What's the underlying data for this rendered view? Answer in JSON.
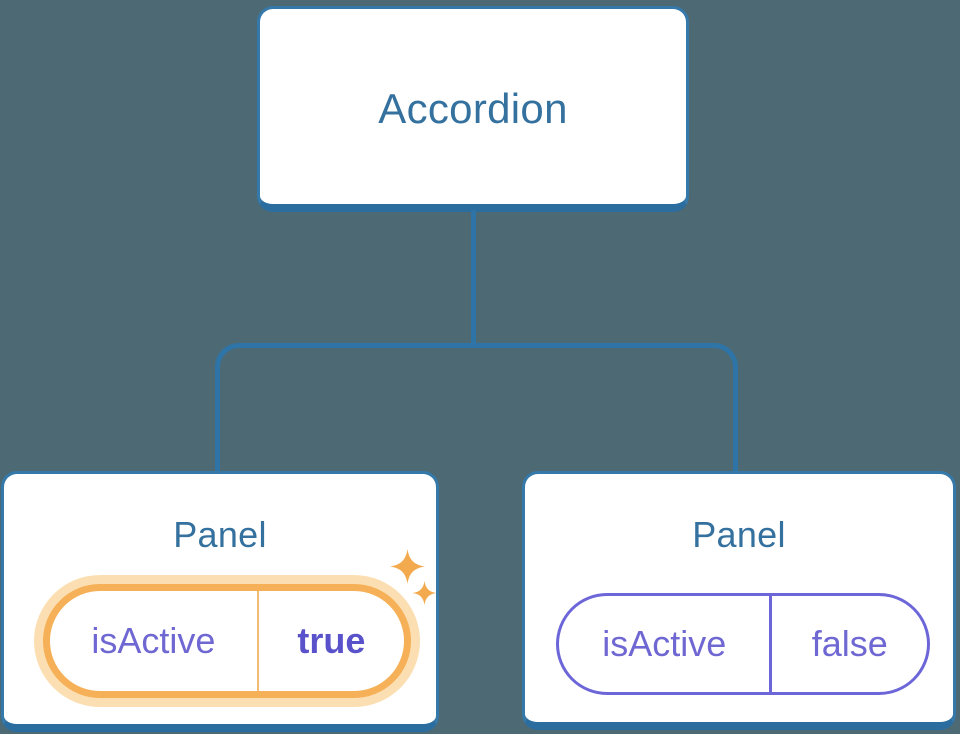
{
  "theme": {
    "bg": "#4d6a74",
    "line-blue": "#2e74a6",
    "line-blue-dark": "#2b6d9f",
    "box-border": "#3579aa",
    "title-blue": "#35719e",
    "purple": "#6f67d2",
    "purple-bold": "#5a52ca",
    "purple-border": "#6d66d8",
    "orange": "#f6b057",
    "orange-divider": "#f4bc72",
    "orange-glow": "#fbdfb2",
    "sparkle-orange": "#f3aa4e",
    "node-bg": "#ffffff"
  },
  "diagram": {
    "root": {
      "label": "Accordion"
    },
    "children": [
      {
        "title": "Panel",
        "state": {
          "name": "isActive",
          "value": "true"
        },
        "highlighted": true,
        "icons": [
          "sparkle-icon",
          "sparkle-icon"
        ]
      },
      {
        "title": "Panel",
        "state": {
          "name": "isActive",
          "value": "false"
        },
        "highlighted": false
      }
    ]
  }
}
